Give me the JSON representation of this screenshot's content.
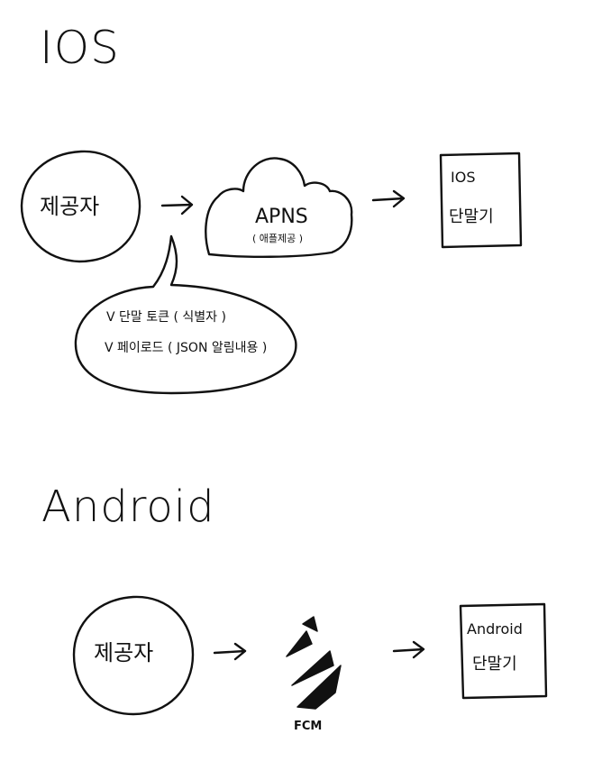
{
  "ios": {
    "title": "IOS",
    "provider": "제공자",
    "apns": {
      "name": "APNS",
      "note": "( 애플제공 )"
    },
    "device": {
      "line1": "IOS",
      "line2": "단말기"
    },
    "bubble": {
      "item1": "V 단말 토큰 ( 식별자 )",
      "item2": "V 페이로드 ( JSON 알림내용 )"
    }
  },
  "android": {
    "title": "Android",
    "provider": "제공자",
    "fcm": {
      "name": "FCM"
    },
    "device": {
      "line1": "Android",
      "line2": "단말기"
    }
  }
}
